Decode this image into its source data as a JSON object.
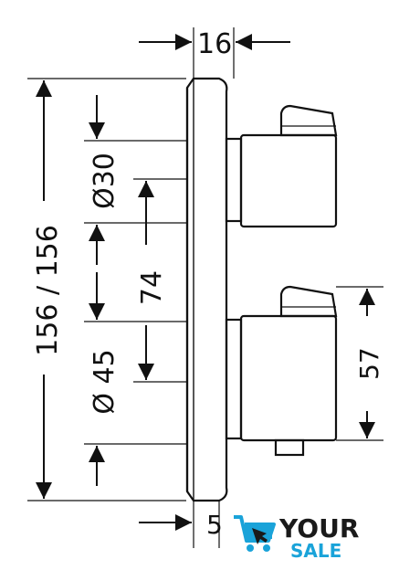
{
  "dimensions": {
    "top_width": "16",
    "overall_height": "156 / 156",
    "diameter_top": "Ø30",
    "spacing": "74",
    "diameter_bottom": "Ø 45",
    "handle_height": "57",
    "bottom_offset": "5"
  },
  "logo": {
    "line1": "YOUR",
    "line2": "SALE",
    "icon": "shopping-cart-icon",
    "color_dark": "#1a1a1a",
    "color_accent": "#1aa3d9"
  }
}
